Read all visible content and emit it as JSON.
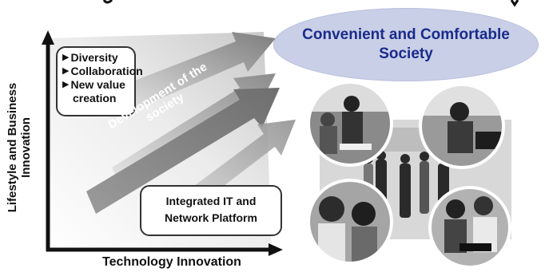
{
  "header": {
    "clipped_title": "g                                   y"
  },
  "left_axis": {
    "ylabel_line1": "Lifestyle and Business",
    "ylabel_line2": "Innovation",
    "xlabel": "Technology Innovation"
  },
  "list_box": {
    "items": [
      {
        "glyph": "▶",
        "text": "Diversity"
      },
      {
        "glyph": "▶",
        "text": "Collaboration"
      },
      {
        "glyph": "▶",
        "text": "New value"
      },
      {
        "glyph": "",
        "text": "creation"
      }
    ]
  },
  "development": {
    "line1": "Development of the",
    "line2": "society"
  },
  "platform": {
    "line1": "Integrated IT and",
    "line2": "Network Platform"
  },
  "goal": {
    "line1": "Convenient and Comfortable",
    "line2": "Society"
  },
  "colors": {
    "goal_fill": "#c9cfe6",
    "goal_text": "#1a2b8c",
    "arrow_dark": "#7a7a7a",
    "arrow_light": "#bdbdbd"
  }
}
